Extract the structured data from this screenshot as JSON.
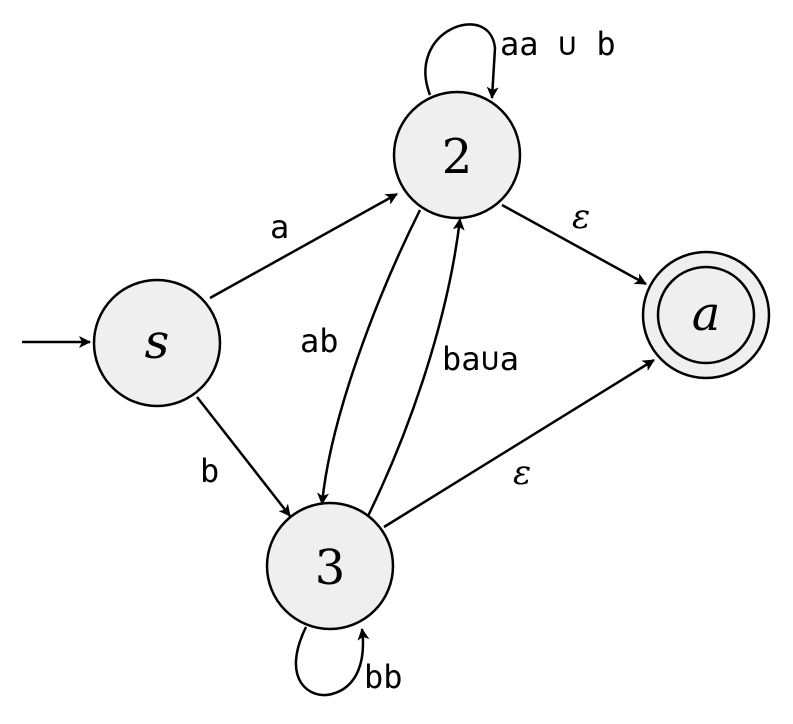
{
  "states": [
    {
      "id": "s",
      "label": "s",
      "initial": true,
      "accepting": false
    },
    {
      "id": "2",
      "label": "2",
      "initial": false,
      "accepting": false
    },
    {
      "id": "3",
      "label": "3",
      "initial": false,
      "accepting": false
    },
    {
      "id": "a",
      "label": "a",
      "initial": false,
      "accepting": true
    }
  ],
  "transitions": [
    {
      "from": "s",
      "to": "2",
      "label": "a"
    },
    {
      "from": "s",
      "to": "3",
      "label": "b"
    },
    {
      "from": "2",
      "to": "2",
      "label": "aa ∪ b"
    },
    {
      "from": "2",
      "to": "3",
      "label": "ab"
    },
    {
      "from": "3",
      "to": "2",
      "label": "ba∪a"
    },
    {
      "from": "2",
      "to": "a",
      "label": "ε"
    },
    {
      "from": "3",
      "to": "a",
      "label": "ε"
    },
    {
      "from": "3",
      "to": "3",
      "label": "bb"
    }
  ],
  "colors": {
    "state_fill": "#efefef",
    "stroke": "#000000"
  }
}
